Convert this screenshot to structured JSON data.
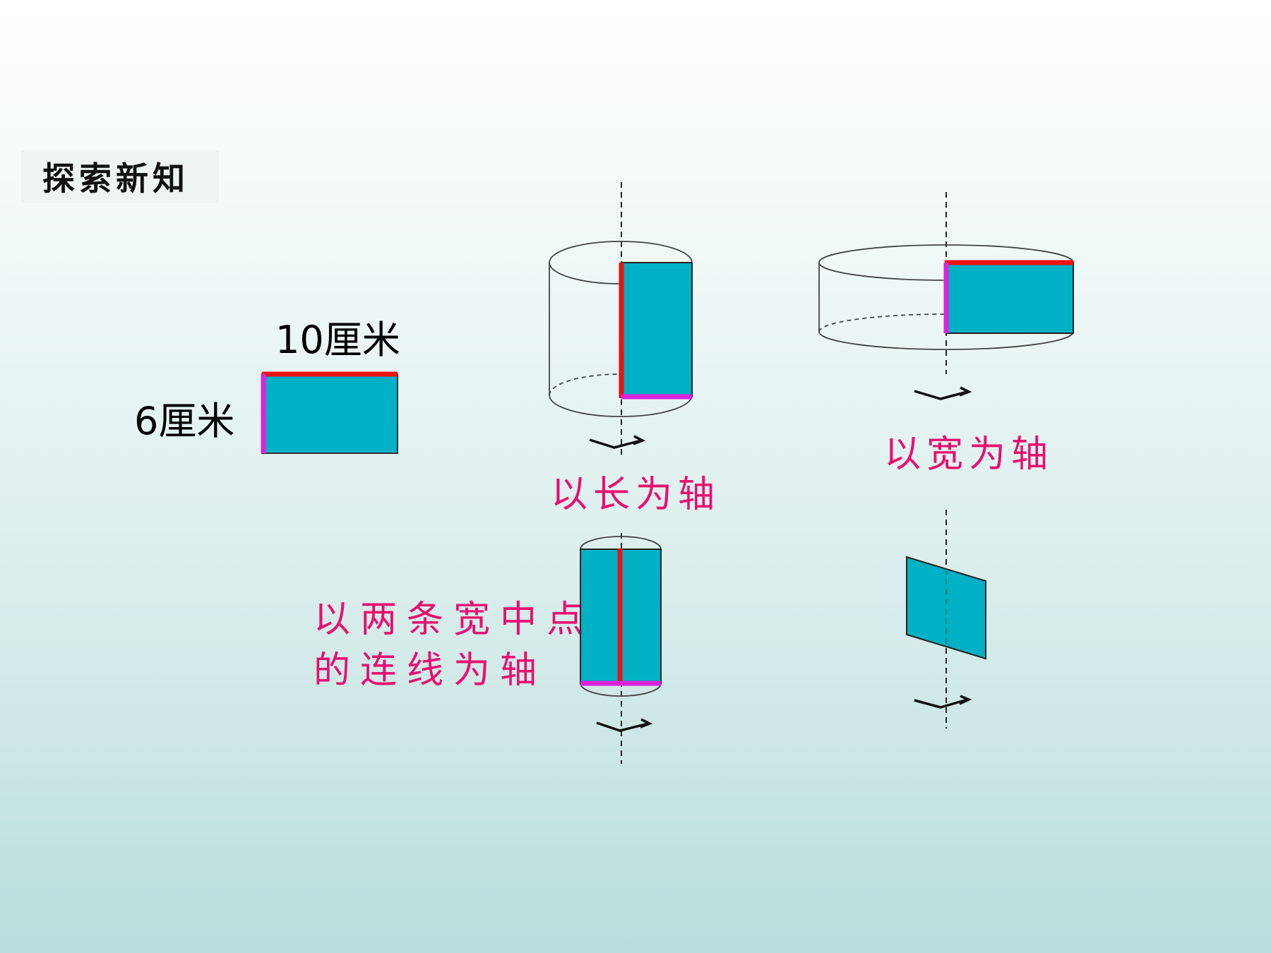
{
  "header": {
    "section_title": "探索新知"
  },
  "rectangle": {
    "length_label": "10厘米",
    "width_label": "6厘米"
  },
  "rotations": [
    {
      "caption": "以长为轴"
    },
    {
      "caption": "以宽为轴"
    },
    {
      "caption_line1": "以两条宽中点",
      "caption_line2": "的连线为轴"
    }
  ],
  "colors": {
    "rect_fill": "#00b0c4",
    "length_edge": "#ee1111",
    "width_edge": "#dd22dd",
    "caption_text": "#e8106f"
  }
}
